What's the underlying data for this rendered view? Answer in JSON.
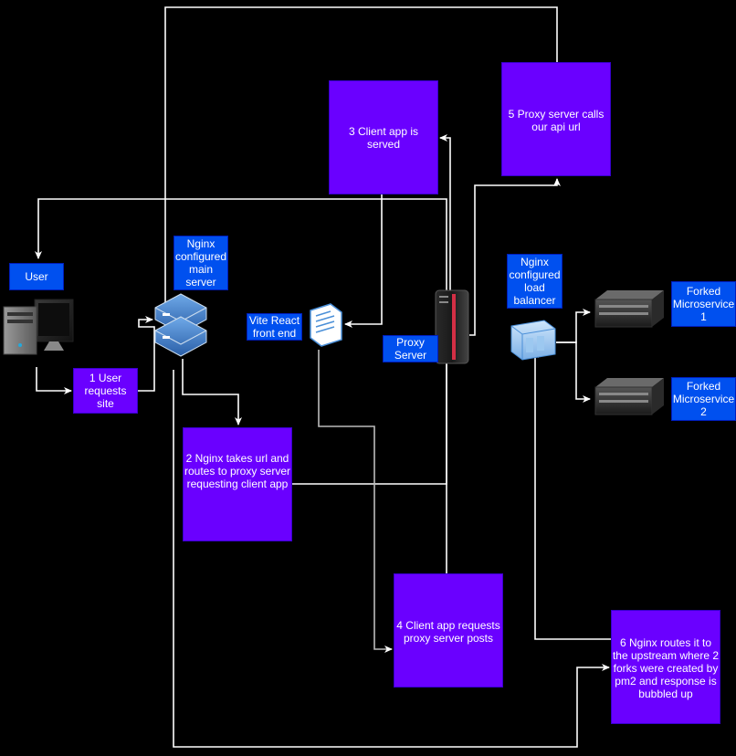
{
  "steps": {
    "s1": "1 User\nrequests\nsite",
    "s2": "2 Nginx takes url and\nroutes to proxy server\nrequesting client app",
    "s3": "3 Client app is\nserved",
    "s4": "4 Client app requests\nproxy server posts",
    "s5": "5 Proxy server calls\nour api url",
    "s6": "6 Nginx routes it to\nthe upstream where 2\nforks were created by\npm2 and response is\nbubbled up"
  },
  "labels": {
    "user": "User",
    "nginx_main": "Nginx\nconfigured\nmain\nserver",
    "vite": "Vite React\nfront end",
    "proxy": "Proxy\nServer",
    "nginx_lb": "Nginx\nconfigured\nload\nbalancer",
    "ms1": "Forked\nMicroservice\n1",
    "ms2": "Forked\nMicroservice\n2"
  },
  "icons": [
    "desktop-computer-icon",
    "server-stack-icon",
    "document-icon",
    "proxy-tower-icon",
    "load-balancer-icon",
    "rack-server-icon"
  ],
  "colors": {
    "step_box": "#6a00ff",
    "label_box": "#0050ef",
    "connector": "#ffffff",
    "background": "#000000"
  }
}
